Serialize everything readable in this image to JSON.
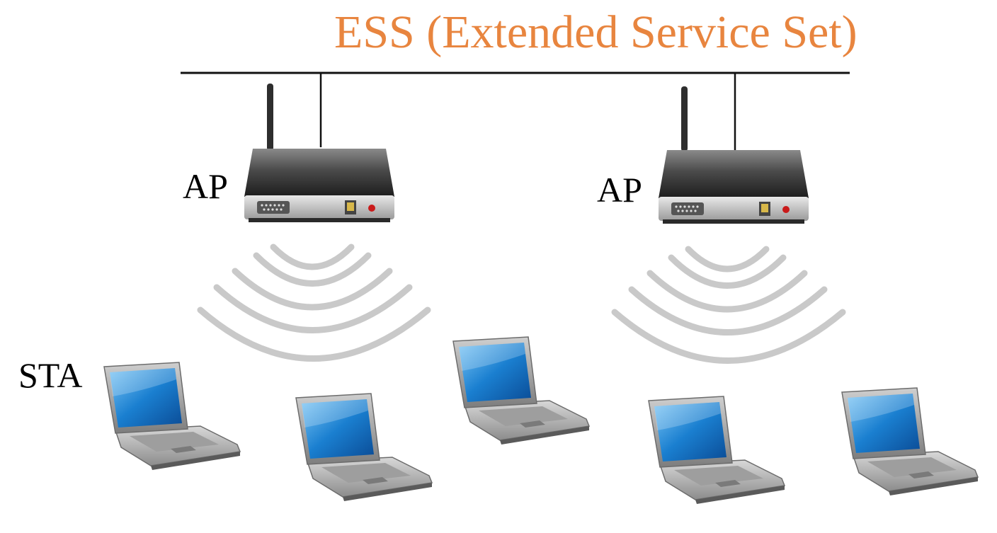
{
  "title": "ESS (Extended Service Set)",
  "labels": {
    "ap_left": "AP",
    "ap_right": "AP",
    "station": "STA"
  },
  "colors": {
    "title": "#E8853F",
    "backbone": "#111111",
    "waves": "#c9c9c9",
    "screen": "#1a7fd0",
    "router_body": "#3a3a3a"
  },
  "icons": [
    "router-icon",
    "router-icon",
    "wifi-waves-icon",
    "wifi-waves-icon",
    "laptop-icon"
  ]
}
